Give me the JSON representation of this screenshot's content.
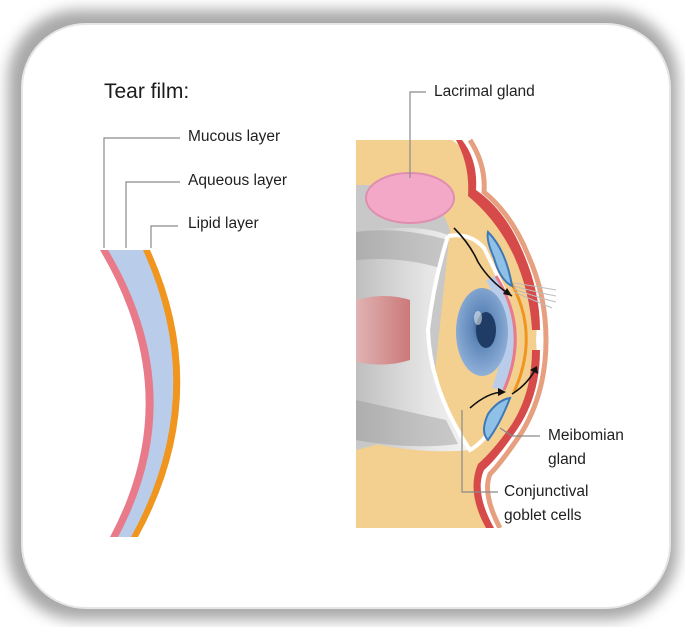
{
  "tear_film": {
    "title": "Tear film:",
    "layers": {
      "mucous": "Mucous layer",
      "aqueous": "Aqueous layer",
      "lipid": "Lipid layer"
    }
  },
  "eye": {
    "lacrimal_gland": "Lacrimal gland",
    "meibomian_gland_line1": "Meibomian",
    "meibomian_gland_line2": "gland",
    "conjunctival_line1": "Conjunctival",
    "conjunctival_line2": "goblet cells"
  },
  "colors": {
    "mucous": "#e87a8a",
    "aqueous": "#b9cdea",
    "lipid": "#f0961e",
    "skin": "#f3d090",
    "eyelid_muscle": "#d64a4a",
    "lacrimal": "#f2a8c6",
    "eyeball": "#d9d9d9",
    "iris": "#5f87ba"
  }
}
